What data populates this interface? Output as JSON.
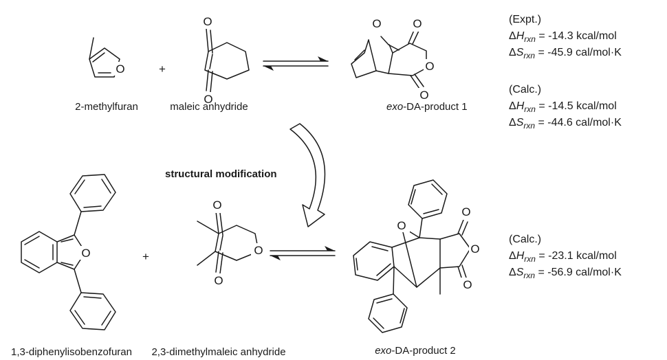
{
  "molecules": {
    "methylfuran": "2-methylfuran",
    "maleic": "maleic anhydride",
    "product1_prefix": "exo",
    "product1_suffix": "-DA-product 1",
    "diphenyl": "1,3-diphenylisobenzofuran",
    "dimethylmaleic": "2,3-dimethylmaleic anhydride",
    "product2_prefix": "exo",
    "product2_suffix": "-DA-product 2"
  },
  "symbols": {
    "plus": "+",
    "oxygen": "O"
  },
  "modification_label": "structural modification",
  "thermo": {
    "expt_header": "(Expt.)",
    "expt_h": "-14.3 kcal/mol",
    "expt_s": "-45.9 cal/mol·K",
    "calc1_header": "(Calc.)",
    "calc1_h": "-14.5 kcal/mol",
    "calc1_s": "-44.6 cal/mol·K",
    "calc2_header": "(Calc.)",
    "calc2_h": "-23.1 kcal/mol",
    "calc2_s": "-56.9 cal/mol·K",
    "delta": "Δ",
    "h_symbol": "H",
    "s_symbol": "S",
    "rxn_sub": "rxn",
    "equals": " = "
  }
}
